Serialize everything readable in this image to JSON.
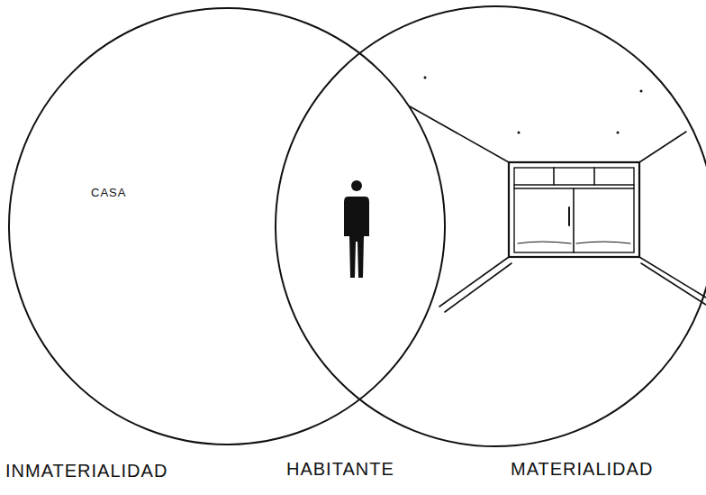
{
  "diagram": {
    "nodes": [
      {
        "text": [
          "CASA",
          "INMATERIALIDAD"
        ]
      },
      {
        "text": [
          "MATERIALIDAD"
        ]
      }
    ],
    "labels": [
      "HABITANTE"
    ]
  }
}
